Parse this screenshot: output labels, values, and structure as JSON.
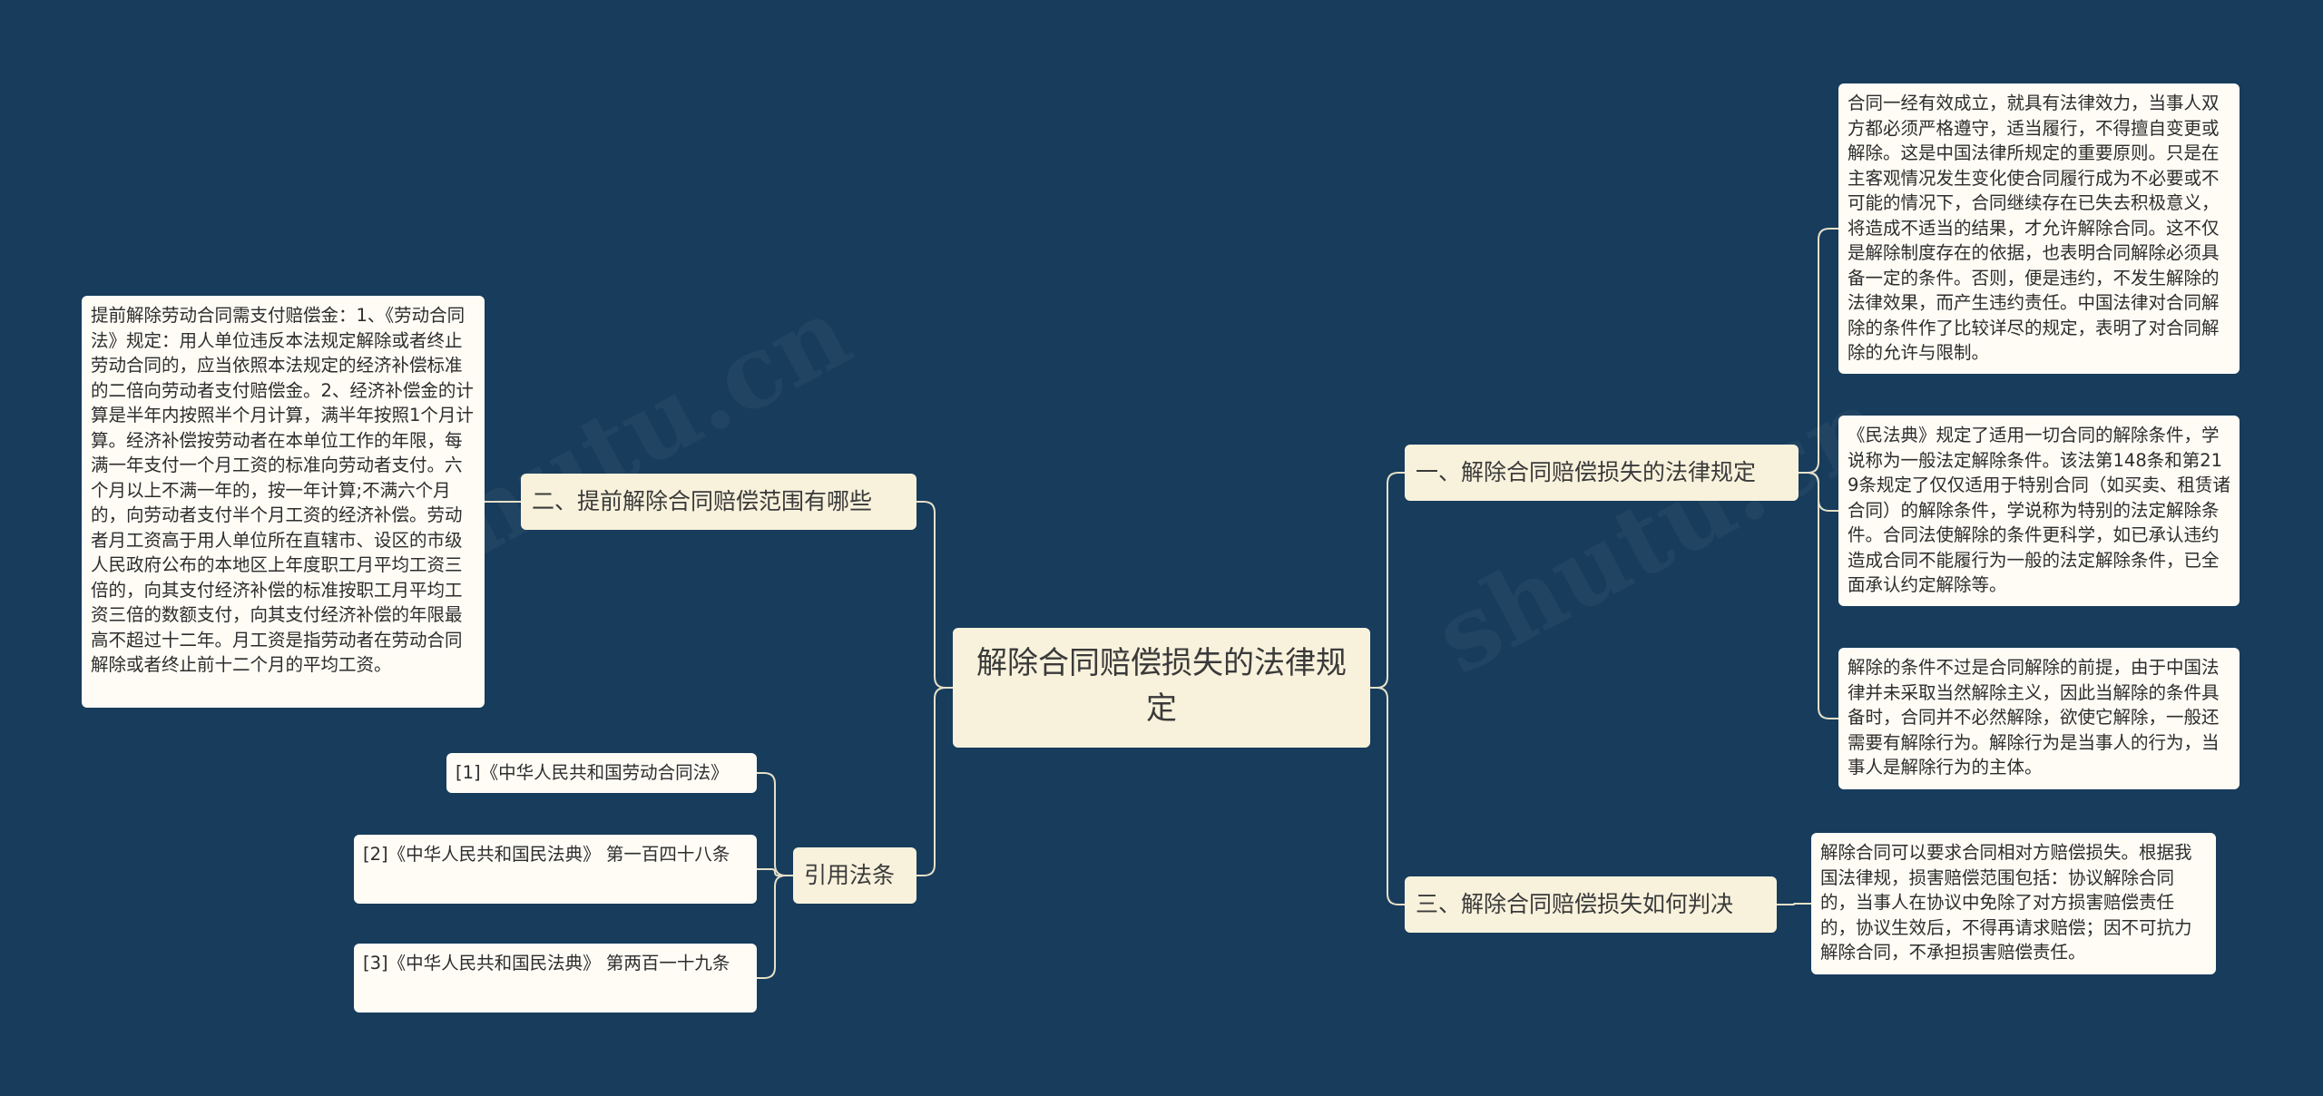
{
  "root": {
    "title": "解除合同赔偿损失的法律规定"
  },
  "branches": {
    "right1": {
      "label": "一、解除合同赔偿损失的法律规定",
      "leaves": [
        "合同一经有效成立，就具有法律效力，当事人双方都必须严格遵守，适当履行，不得擅自变更或解除。这是中国法律所规定的重要原则。只是在主客观情况发生变化使合同履行成为不必要或不可能的情况下，合同继续存在已失去积极意义，将造成不适当的结果，才允许解除合同。这不仅是解除制度存在的依据，也表明合同解除必须具备一定的条件。否则，便是违约，不发生解除的法律效果，而产生违约责任。中国法律对合同解除的条件作了比较详尽的规定，表明了对合同解除的允许与限制。",
        "《民法典》规定了适用一切合同的解除条件，学说称为一般法定解除条件。该法第148条和第219条规定了仅仅适用于特别合同（如买卖、租赁诸合同）的解除条件，学说称为特别的法定解除条件。合同法使解除的条件更科学，如已承认违约造成合同不能履行为一般的法定解除条件，已全面承认约定解除等。",
        "解除的条件不过是合同解除的前提，由于中国法律并未采取当然解除主义，因此当解除的条件具备时，合同并不必然解除，欲使它解除，一般还需要有解除行为。解除行为是当事人的行为，当事人是解除行为的主体。"
      ]
    },
    "right2": {
      "label": "三、解除合同赔偿损失如何判决",
      "leaves": [
        "解除合同可以要求合同相对方赔偿损失。根据我国法律规，损害赔偿范围包括：协议解除合同的，当事人在协议中免除了对方损害赔偿责任的，协议生效后，不得再请求赔偿；因不可抗力解除合同，不承担损害赔偿责任。"
      ]
    },
    "left1": {
      "label": "二、提前解除合同赔偿范围有哪些",
      "leaves": [
        "提前解除劳动合同需支付赔偿金：1、《劳动合同法》规定：用人单位违反本法规定解除或者终止劳动合同的，应当依照本法规定的经济补偿标准的二倍向劳动者支付赔偿金。2、经济补偿金的计算是半年内按照半个月计算，满半年按照1个月计算。经济补偿按劳动者在本单位工作的年限，每满一年支付一个月工资的标准向劳动者支付。六个月以上不满一年的，按一年计算;不满六个月的，向劳动者支付半个月工资的经济补偿。劳动者月工资高于用人单位所在直辖市、设区的市级人民政府公布的本地区上年度职工月平均工资三倍的，向其支付经济补偿的标准按职工月平均工资三倍的数额支付，向其支付经济补偿的年限最高不超过十二年。月工资是指劳动者在劳动合同解除或者终止前十二个月的平均工资。"
      ]
    },
    "left2": {
      "label": "引用法条",
      "leaves": [
        "[1]《中华人民共和国劳动合同法》",
        "[2]《中华人民共和国民法典》 第一百四十八条",
        "[3]《中华人民共和国民法典》 第两百一十九条"
      ]
    }
  },
  "colors": {
    "background": "#173c5c",
    "line": "#e6e0c8",
    "root_fill": "#f8f2dc",
    "leaf_fill": "#fefcf5"
  }
}
